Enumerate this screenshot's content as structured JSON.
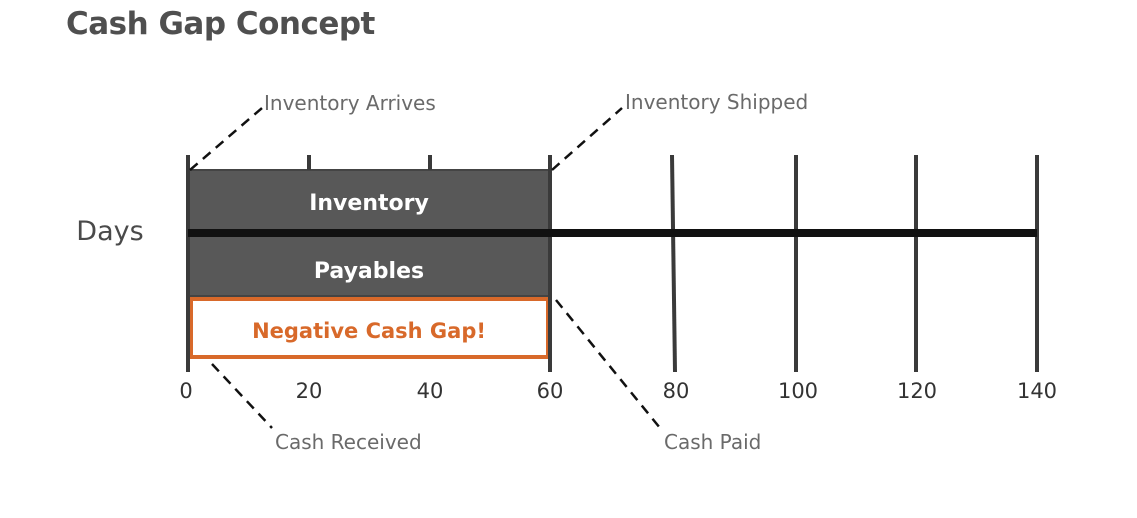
{
  "title": "Cash Gap Concept",
  "axis": {
    "label": "Days",
    "ticks": [
      "0",
      "20",
      "40",
      "60",
      "80",
      "100",
      "120",
      "140"
    ]
  },
  "boxes": {
    "inventory": "Inventory",
    "payables": "Payables",
    "gap": "Negative Cash Gap!"
  },
  "callouts": {
    "inventory_arrives": "Inventory Arrives",
    "inventory_shipped": "Inventory Shipped",
    "cash_received": "Cash Received",
    "cash_paid": "Cash Paid"
  },
  "colors": {
    "box_fill": "#585858",
    "gap_accent": "#d8692a",
    "axis": "#111111",
    "tick": "#3a3a3a"
  }
}
